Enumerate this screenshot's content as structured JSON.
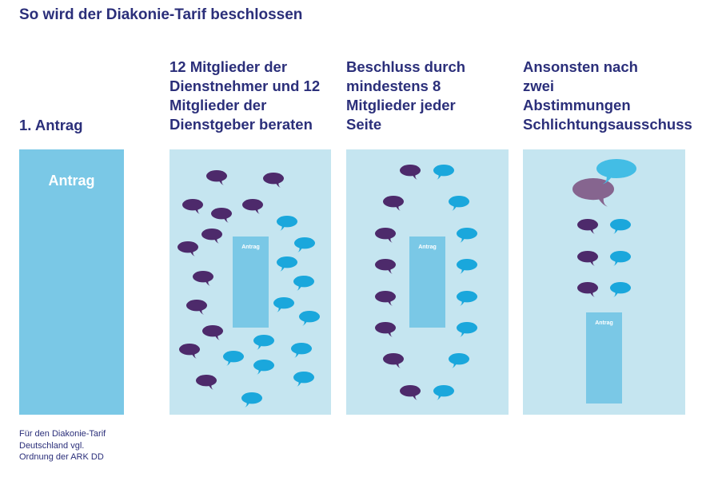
{
  "title": "So wird der Diakonie-Tarif beschlossen",
  "steps": [
    {
      "heading": "1. Antrag",
      "box_label": "Antrag"
    },
    {
      "heading": "12 Mitglieder der Dienstnehmer und 12 Mitglieder der Dienstgeber beraten",
      "box_label": "Antrag"
    },
    {
      "heading": "Beschluss durch mindestens 8 Mitglieder jeder Seite",
      "box_label": "Antrag"
    },
    {
      "heading": "Ansonsten nach zwei Abstimmungen Schlichtungsausschuss",
      "box_label": "Antrag"
    }
  ],
  "footnote": "Für den Diakonie-Tarif Deutschland vgl. Ordnung der ARK DD",
  "colors": {
    "purple": "#4d2a6b",
    "cyan": "#1aa7dc",
    "panel": "#c5e5f0",
    "box": "#7ac8e6",
    "text": "#2b2f7a"
  }
}
